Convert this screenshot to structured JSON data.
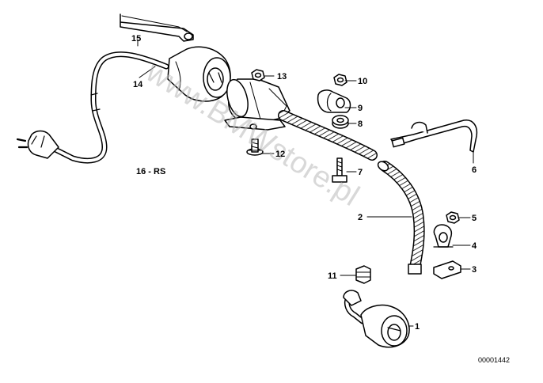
{
  "diagram": {
    "parts": [
      {
        "number": "1"
      },
      {
        "number": "2"
      },
      {
        "number": "3"
      },
      {
        "number": "4"
      },
      {
        "number": "5"
      },
      {
        "number": "6"
      },
      {
        "number": "7"
      },
      {
        "number": "8"
      },
      {
        "number": "9"
      },
      {
        "number": "10"
      },
      {
        "number": "11"
      },
      {
        "number": "12"
      },
      {
        "number": "13"
      },
      {
        "number": "14"
      },
      {
        "number": "15"
      }
    ],
    "variant_label": "16 - RS",
    "watermark": "www.BMWstore.pl",
    "drawing_code": "00001442"
  }
}
